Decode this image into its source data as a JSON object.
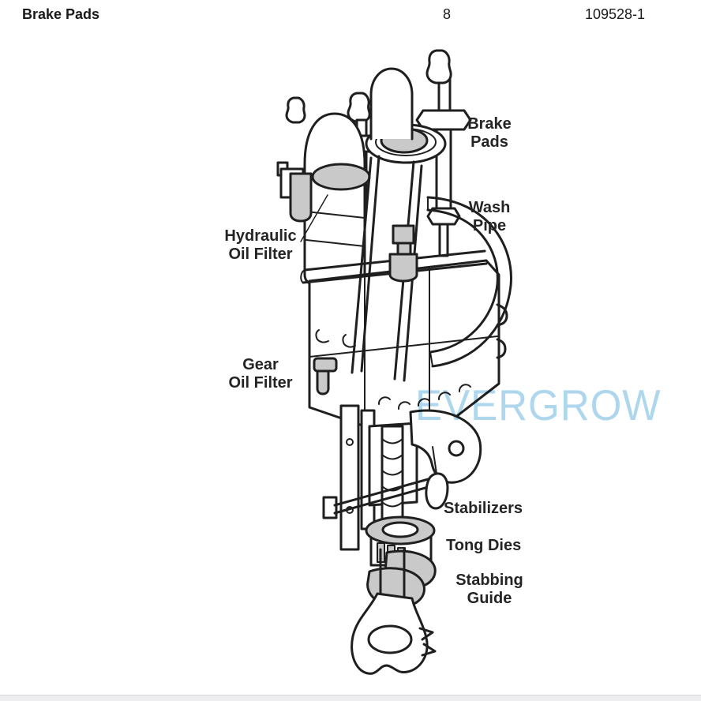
{
  "header": {
    "section_title": "Brake Pads",
    "page_number": "8",
    "document_number": "109528-1"
  },
  "watermark": {
    "text": "EVERGROW",
    "color": "#aed7ee"
  },
  "diagram": {
    "description": "Line-art technical illustration of vertical pipe-handling tong equipment",
    "line_color": "#1f1f1f",
    "shade_color": "#c9c9c9",
    "callouts": {
      "brake_pads": "Brake\nPads",
      "wash_pipe": "Wash\nPipe",
      "hydraulic_oil_filter": "Hydraulic\nOil Filter",
      "gear_oil_filter": "Gear\nOil Filter",
      "stabilizers": "Stabilizers",
      "tong_dies": "Tong Dies",
      "stabbing_guide": "Stabbing\nGuide"
    }
  },
  "footer": {
    "bar_color": "#ededef"
  }
}
